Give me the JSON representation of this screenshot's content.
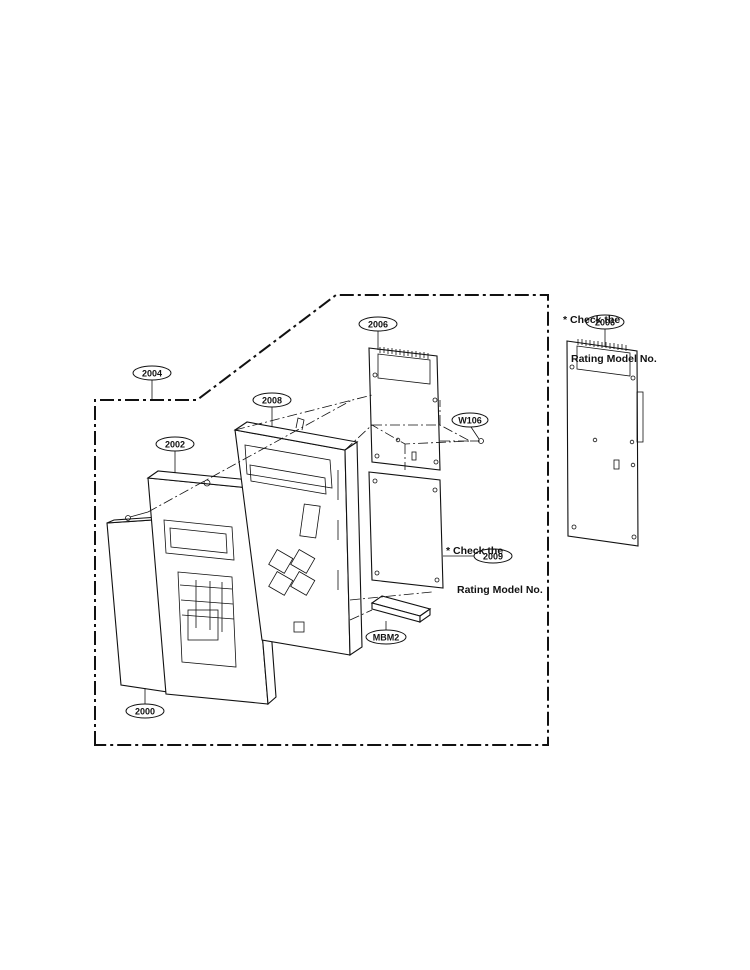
{
  "callouts": {
    "c2004": "2004",
    "c2008": "2008",
    "c2002": "2002",
    "c2006_main": "2006",
    "cW106": "W106",
    "c2009": "2009",
    "cMBM2": "MBM2",
    "c2000": "2000",
    "c2006_alt": "2006"
  },
  "notes": {
    "check_1": "* Check the",
    "rating_1": "Rating Model No.",
    "check_2": "* Check the",
    "rating_2": "Rating Model No."
  }
}
